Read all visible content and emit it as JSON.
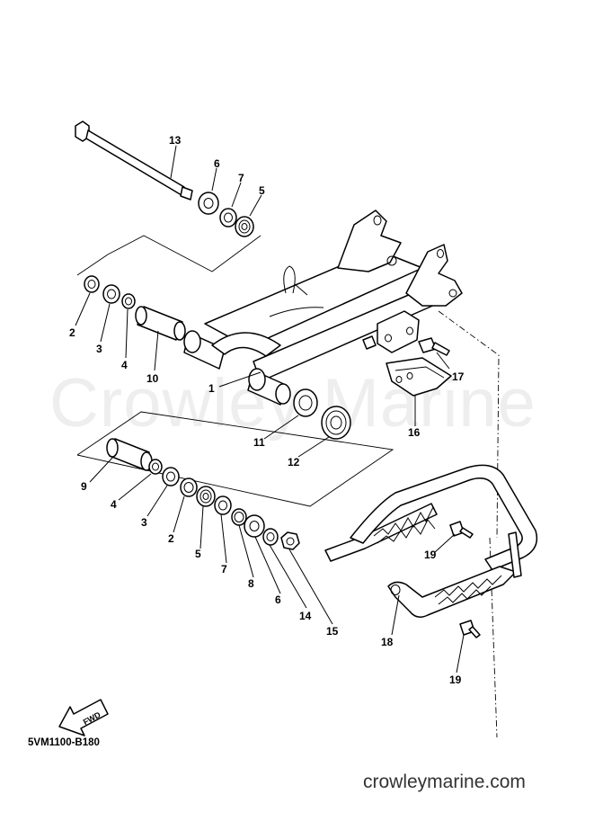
{
  "watermark": "Crowley Marine",
  "reference_code": "5VM1100-B180",
  "website": "crowleymarine.com",
  "fwd_label": "FWD",
  "callouts": [
    "13",
    "6",
    "7",
    "5",
    "2",
    "3",
    "4",
    "10",
    "1",
    "11",
    "12",
    "17",
    "16",
    "9",
    "4",
    "3",
    "2",
    "5",
    "7",
    "8",
    "6",
    "14",
    "15",
    "19",
    "18",
    "19"
  ]
}
